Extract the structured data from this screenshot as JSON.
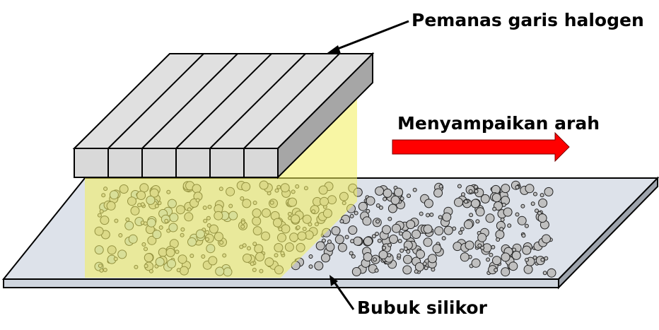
{
  "labels": {
    "heater": "Pemanas garis halogen",
    "direction": "Menyampaikan arah",
    "powder": "Bubuk silikor"
  },
  "colors": {
    "plate": "#dde2ea",
    "heater_face": "#d9d9d9",
    "heater_top": "#e0e0e0",
    "heater_side": "#a6a6a6",
    "light": "#f2ee5a",
    "arrow": "#ff0000",
    "particle_gray": "#c0c0c0",
    "particle_blue": "#b9cde5"
  },
  "heater_segments": 6
}
